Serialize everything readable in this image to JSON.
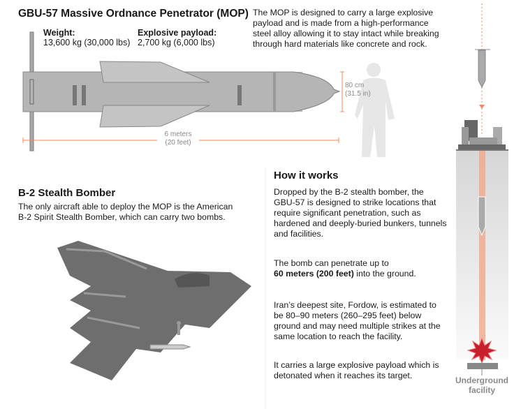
{
  "mop": {
    "title": "GBU-57 Massive Ordnance Penetrator (MOP)",
    "weight_label": "Weight:",
    "weight_value": "13,600 kg (30,000 lbs)",
    "payload_label": "Explosive payload:",
    "payload_value": "2,700 kg (6,000 lbs)",
    "description": "The MOP is designed to carry a large explosive payload and is made from a high-performance steel alloy allowing it to stay intact while breaking through hard materials like concrete and rock.",
    "length_m": "6 meters",
    "length_ft": "(20 feet)",
    "diameter_cm": "80 cm",
    "diameter_in": "(31.5 in)"
  },
  "b2": {
    "title": "B-2 Stealth Bomber",
    "description": "The only aircraft able to deploy the MOP is the American B-2 Spirit Stealth Bomber, which can carry two bombs."
  },
  "how": {
    "title": "How it works",
    "p1": "Dropped by the B-2 stealth bomber, the GBU-57 is designed to strike locations that require significant penetration, such as hardened and deeply-buried bunkers, tunnels and facilities.",
    "p2_pre": "The bomb can penetrate up to",
    "p2_bold": "60 meters (200 feet)",
    "p2_post": " into the ground.",
    "p3": "Iran’s deepest site, Fordow, is estimated to be 80–90 meters (260–295 feet) below ground and may need multiple strikes at the same location to reach the facility.",
    "p4": "It carries a large explosive payload which is detonated when it reaches its target."
  },
  "diagram": {
    "facility_label": "Underground facility"
  },
  "colors": {
    "accent": "#f08a5d",
    "explosion": "#c8202a",
    "bomb": "#b3b3b3"
  }
}
